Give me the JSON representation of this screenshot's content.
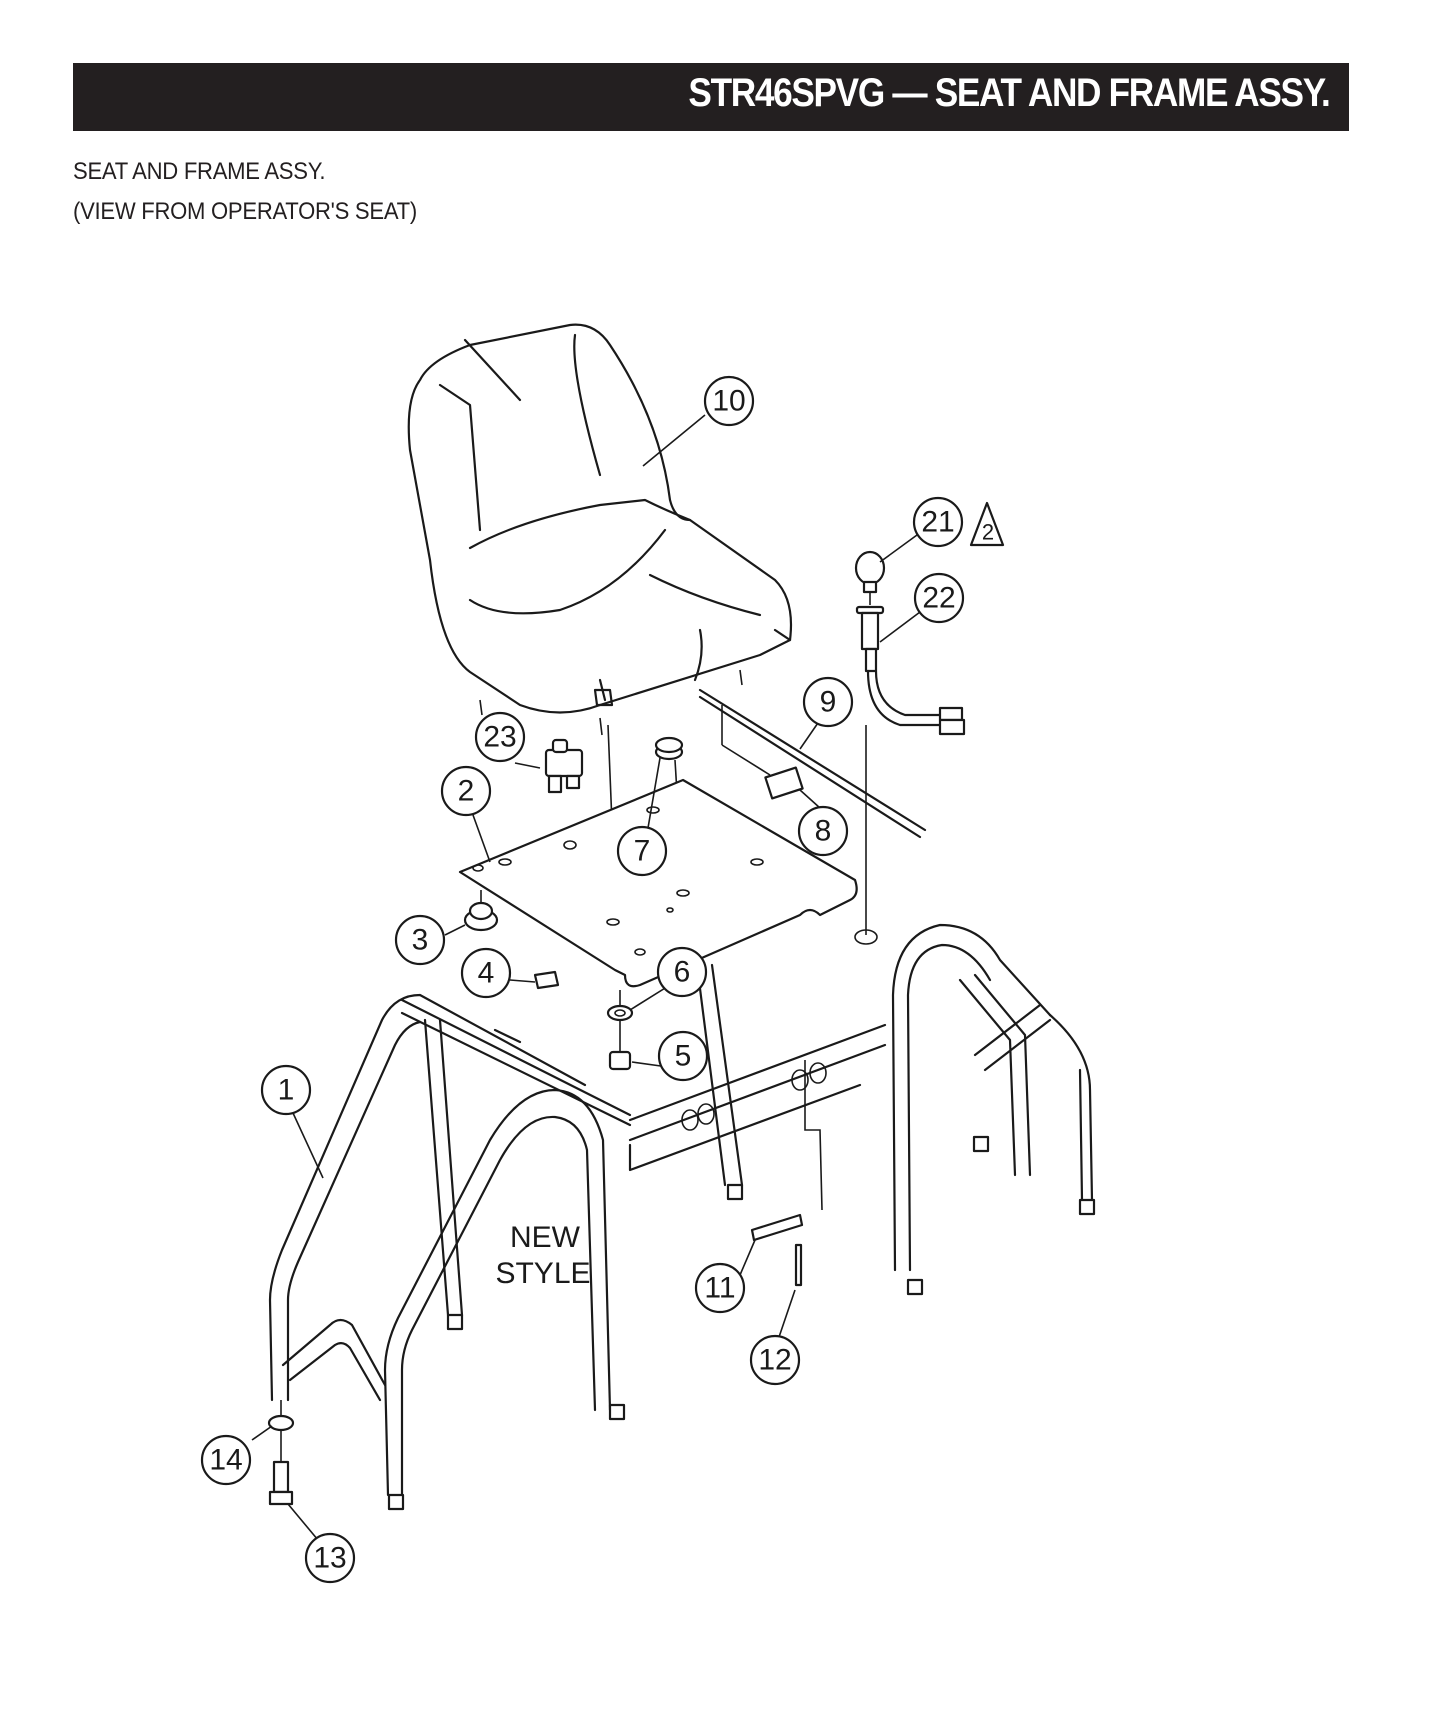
{
  "header": {
    "title": "STR46SPVG — SEAT AND FRAME ASSY.",
    "background_color": "#231f20",
    "text_color": "#ffffff"
  },
  "subtitle": {
    "line1": "SEAT AND FRAME  ASSY.",
    "line2": "(VIEW FROM OPERATOR'S SEAT)"
  },
  "diagram": {
    "note": {
      "line1": "NEW",
      "line2": "STYLE"
    },
    "revision_marker": {
      "label": "2",
      "attached_to": "21"
    },
    "callouts": [
      {
        "id": "1",
        "label": "1",
        "part": "frame"
      },
      {
        "id": "2",
        "label": "2",
        "part": "seat-plate"
      },
      {
        "id": "3",
        "label": "3",
        "part": "bumper"
      },
      {
        "id": "4",
        "label": "4",
        "part": "clip"
      },
      {
        "id": "5",
        "label": "5",
        "part": "nut"
      },
      {
        "id": "6",
        "label": "6",
        "part": "washer"
      },
      {
        "id": "7",
        "label": "7",
        "part": "grommet"
      },
      {
        "id": "8",
        "label": "8",
        "part": "connector"
      },
      {
        "id": "9",
        "label": "9",
        "part": "wire-harness"
      },
      {
        "id": "10",
        "label": "10",
        "part": "seat"
      },
      {
        "id": "11",
        "label": "11",
        "part": "pin"
      },
      {
        "id": "12",
        "label": "12",
        "part": "cotter-pin"
      },
      {
        "id": "13",
        "label": "13",
        "part": "bolt"
      },
      {
        "id": "14",
        "label": "14",
        "part": "washer"
      },
      {
        "id": "21",
        "label": "21",
        "part": "bulb"
      },
      {
        "id": "22",
        "label": "22",
        "part": "lamp-socket"
      },
      {
        "id": "23",
        "label": "23",
        "part": "seat-switch"
      }
    ]
  }
}
